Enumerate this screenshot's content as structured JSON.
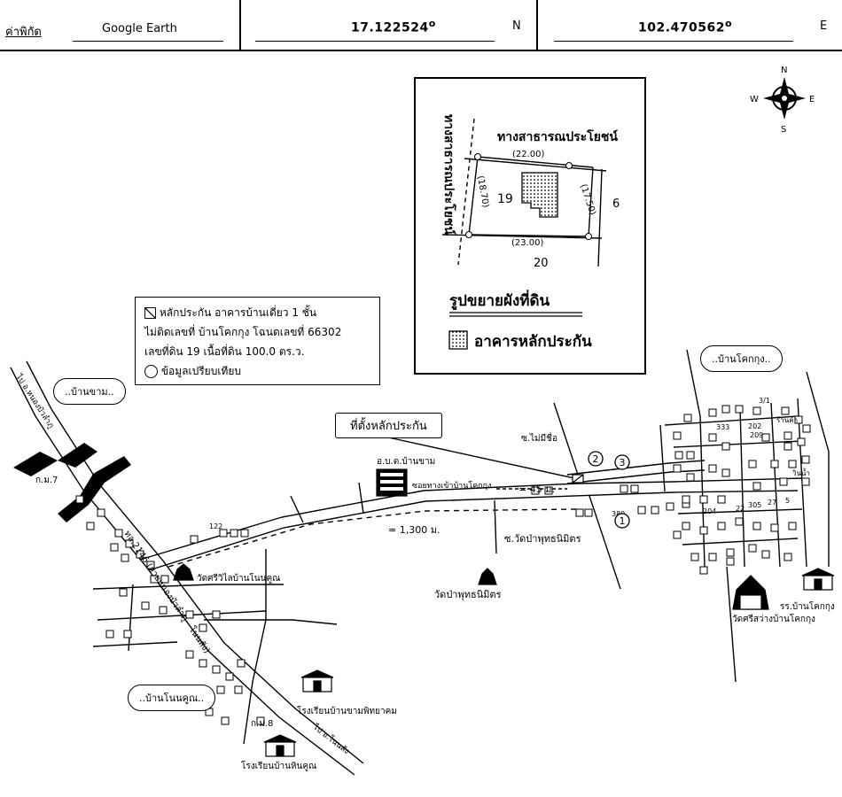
{
  "header": {
    "coord_label": "ค่าพิกัด",
    "source": "Google Earth",
    "latitude": "17.122524",
    "lat_unit": "N",
    "longitude": "102.470562",
    "lon_unit": "E",
    "degree_symbol": "o"
  },
  "compass": {
    "n": "N",
    "s": "S",
    "e": "E",
    "w": "W"
  },
  "inset": {
    "road_top": "ทางสาธารณประโยชน์",
    "road_left": "ทางสาธารณประโยชน์",
    "dim_top": "(22.00)",
    "dim_left": "(18.70)",
    "dim_right": "(17.50)",
    "dim_bottom": "(23.00)",
    "parcel_this": "19",
    "parcel_east": "6",
    "parcel_south": "20",
    "title": "รูปขยายผังที่ดิน",
    "legend_building": "อาคารหลักประกัน"
  },
  "legend": {
    "line1": "หลักประกัน อาคารบ้านเดี่ยว 1 ชั้น",
    "line2": "ไม่ติดเลขที่ บ้านโคกกุง โฉนดเลขที่ 66302",
    "line3": "เลขที่ดิน 19 เนื้อที่ดิน 100.0 ตร.ว.",
    "line4": "ข้อมูลเปรียบเทียบ"
  },
  "villages": {
    "kham": "..บ้านขาม..",
    "khokkung": "..บ้านโคกกุง..",
    "nonkhun": "..บ้านโนนคูณ.."
  },
  "labels": {
    "location": "ที่ตั้งหลักประกัน",
    "to_nong_bua": "ไป อ.หนองบัวลำภู",
    "to_non_sang": "ไป อ.โนนสัง",
    "highway": "ทล.2146 (สายหนองบัวลำภู - โนนสัง)",
    "km7": "ก.ม.7",
    "km8": "ก.ม.8",
    "obt": "อ.บ.ต.บ้านขาม",
    "soi_khokkung": "ซอยทางเข้าบ้านโคกกุง",
    "dist_45": "= 45 ม.",
    "dist_1300": "= 1,300 ม.",
    "soi_noname": "ซ.ไม่มีชื่อ",
    "soi_wat": "ซ.วัดป่าพุทธนิมิตร",
    "wat_pa": "วัดป่าพุทธนิมิตร",
    "wat_sirilai": "วัดศรีวิไลบ้านโนนคูณ",
    "wat_sisawang": "วัดศรีสว่างบ้านโคกกุง",
    "school_khokkung": "รร.บ้านโคกกุง",
    "school_kham": "โรงเรียนบ้านขามพิทยาคม",
    "school_hinkhun": "โรงเรียนบ้านหินคูณ",
    "house_122": "122",
    "house_380": "380",
    "house_204": "204",
    "house_22": "22",
    "house_305": "305",
    "house_27": "27",
    "house_5": "5",
    "house_202": "202",
    "house_209": "209",
    "house_333": "333",
    "house_3_1": "3/1",
    "shop": "ร้านค้า",
    "well": "วินน้ำ"
  },
  "comparables": [
    "1",
    "2",
    "3"
  ]
}
